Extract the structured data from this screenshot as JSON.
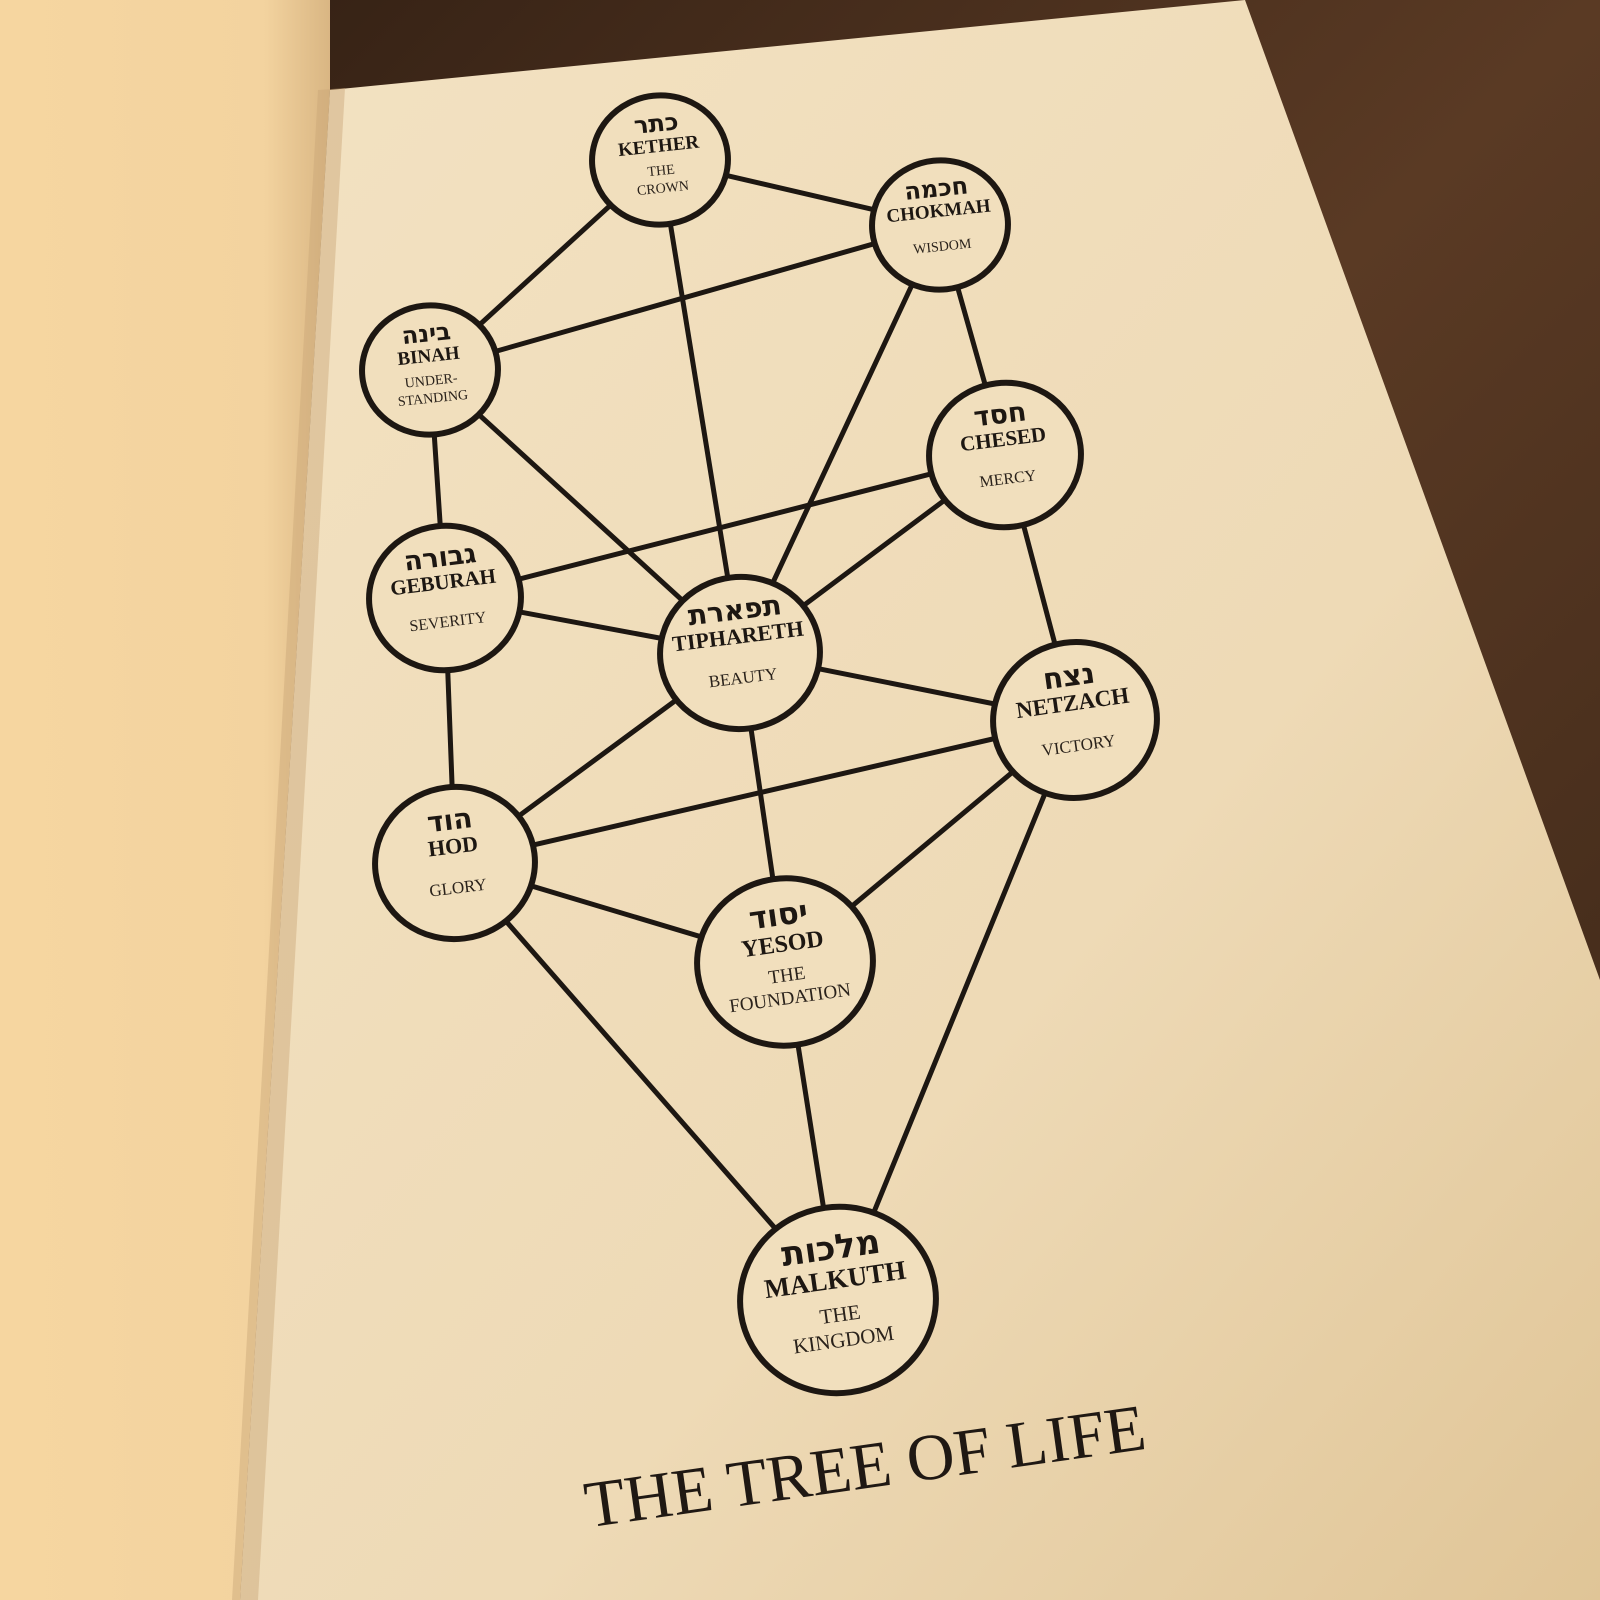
{
  "page": {
    "colors": {
      "table": "#4a2f1c",
      "paper_light": "#f3dfbd",
      "paper_dark": "#e3c89e",
      "ink": "#1d1712"
    }
  },
  "diagram": {
    "title": "THE TREE OF LIFE",
    "sephiroth": [
      {
        "id": "kether",
        "hebrew": "כתר",
        "name": "KETHER",
        "meaning": [
          "THE",
          "CROWN"
        ]
      },
      {
        "id": "chokmah",
        "hebrew": "חכמה",
        "name": "CHOKMAH",
        "meaning": [
          "WISDOM"
        ]
      },
      {
        "id": "binah",
        "hebrew": "בינה",
        "name": "BINAH",
        "meaning": [
          "UNDER-",
          "STANDING"
        ]
      },
      {
        "id": "chesed",
        "hebrew": "חסד",
        "name": "CHESED",
        "meaning": [
          "MERCY"
        ]
      },
      {
        "id": "geburah",
        "hebrew": "גבורה",
        "name": "GEBURAH",
        "meaning": [
          "SEVERITY"
        ]
      },
      {
        "id": "tiphareth",
        "hebrew": "תפארת",
        "name": "TIPHARETH",
        "meaning": [
          "BEAUTY"
        ]
      },
      {
        "id": "netzach",
        "hebrew": "נצח",
        "name": "NETZACH",
        "meaning": [
          "VICTORY"
        ]
      },
      {
        "id": "hod",
        "hebrew": "הוד",
        "name": "HOD",
        "meaning": [
          "GLORY"
        ]
      },
      {
        "id": "yesod",
        "hebrew": "יסוד",
        "name": "YESOD",
        "meaning": [
          "THE",
          "FOUNDATION"
        ]
      },
      {
        "id": "malkuth",
        "hebrew": "מלכות",
        "name": "MALKUTH",
        "meaning": [
          "THE",
          "KINGDOM"
        ]
      }
    ],
    "paths": [
      [
        "kether",
        "chokmah"
      ],
      [
        "kether",
        "binah"
      ],
      [
        "kether",
        "tiphareth"
      ],
      [
        "chokmah",
        "binah"
      ],
      [
        "chokmah",
        "chesed"
      ],
      [
        "chokmah",
        "tiphareth"
      ],
      [
        "binah",
        "geburah"
      ],
      [
        "binah",
        "tiphareth"
      ],
      [
        "chesed",
        "geburah"
      ],
      [
        "chesed",
        "tiphareth"
      ],
      [
        "chesed",
        "netzach"
      ],
      [
        "geburah",
        "tiphareth"
      ],
      [
        "geburah",
        "hod"
      ],
      [
        "tiphareth",
        "netzach"
      ],
      [
        "tiphareth",
        "hod"
      ],
      [
        "tiphareth",
        "yesod"
      ],
      [
        "netzach",
        "hod"
      ],
      [
        "netzach",
        "yesod"
      ],
      [
        "netzach",
        "malkuth"
      ],
      [
        "hod",
        "yesod"
      ],
      [
        "hod",
        "malkuth"
      ],
      [
        "yesod",
        "malkuth"
      ]
    ]
  }
}
